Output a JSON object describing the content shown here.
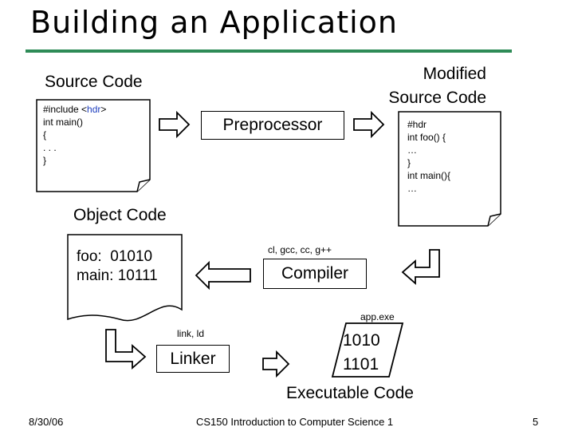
{
  "slide": {
    "title": "Building an Application",
    "source_label": "Source Code",
    "source_code": {
      "line1_pre": "#include <",
      "line1_hi": "hdr",
      "line1_post": ">",
      "rest": "int main()\n{\n. . .\n}"
    },
    "preprocessor": "Preprocessor",
    "modified_label": "Modified\nSource Code",
    "modified_code": "#hdr\nint foo() {\n…\n}\nint main(){\n…",
    "object_label": "Object Code",
    "object_code": "foo:  01010\nmain: 10111",
    "compiler_note": "cl, gcc, cc, g++",
    "compiler": "Compiler",
    "linker_note": "link, ld",
    "linker": "Linker",
    "exe_name": "app.exe",
    "exe_code": "1010\n1101",
    "exe_label": "Executable Code"
  },
  "footer": {
    "date": "8/30/06",
    "course": "CS150 Introduction to Computer Science 1",
    "page": "5"
  }
}
